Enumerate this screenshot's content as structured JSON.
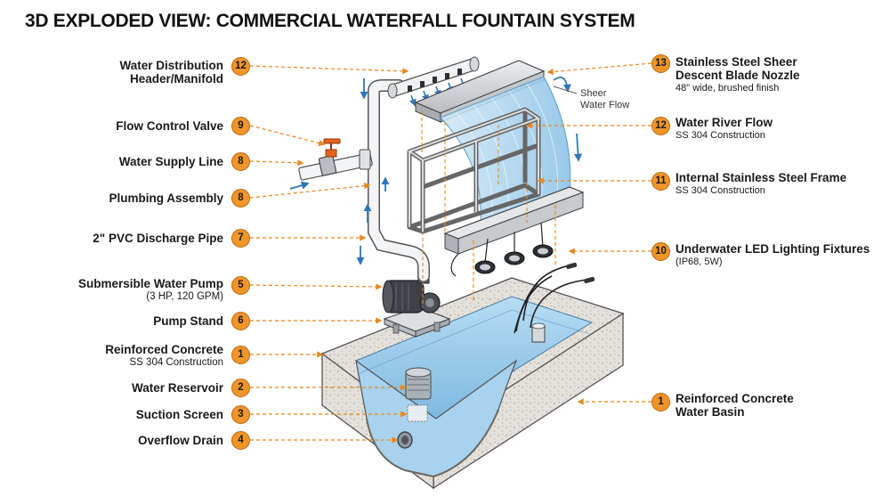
{
  "title": "3D EXPLODED VIEW: COMMERCIAL WATERFALL FOUNTAIN SYSTEM",
  "flow_note": {
    "line1": "Sheer",
    "line2": "Water Flow"
  },
  "colors": {
    "accent": "#f0952a",
    "leader": "#e8871e",
    "water": "#9ccbe9",
    "steel": "#d3d6d9",
    "concrete": "#e6e3dd"
  },
  "left_labels": [
    {
      "num": "12",
      "name": "Water Distribution",
      "name2": "Header/Manifold",
      "sub": ""
    },
    {
      "num": "9",
      "name": "Flow Control Valve",
      "name2": "",
      "sub": ""
    },
    {
      "num": "8",
      "name": "Water Supply Line",
      "name2": "",
      "sub": ""
    },
    {
      "num": "8",
      "name": "Plumbing Assembly",
      "name2": "",
      "sub": ""
    },
    {
      "num": "7",
      "name": "2\" PVC Discharge Pipe",
      "name2": "",
      "sub": ""
    },
    {
      "num": "5",
      "name": "Submersible Water Pump",
      "name2": "",
      "sub": "(3 HP, 120 GPM)"
    },
    {
      "num": "6",
      "name": "Pump Stand",
      "name2": "",
      "sub": ""
    },
    {
      "num": "1",
      "name": "Reinforced Concrete",
      "name2": "",
      "sub": "SS 304 Construction"
    },
    {
      "num": "2",
      "name": "Water Reservoir",
      "name2": "",
      "sub": ""
    },
    {
      "num": "3",
      "name": "Suction Screen",
      "name2": "",
      "sub": ""
    },
    {
      "num": "4",
      "name": "Overflow Drain",
      "name2": "",
      "sub": ""
    }
  ],
  "right_labels": [
    {
      "num": "13",
      "name": "Stainless Steel Sheer",
      "name2": "Descent Blade Nozzle",
      "sub": "48\" wide, brushed finish"
    },
    {
      "num": "12",
      "name": "Water River Flow",
      "name2": "",
      "sub": "SS 304 Construction"
    },
    {
      "num": "11",
      "name": "Internal Stainless Steel Frame",
      "name2": "",
      "sub": "SS 304 Construction"
    },
    {
      "num": "10",
      "name": "Underwater LED Lighting Fixtures",
      "name2": "",
      "sub": "(IP68, 5W)"
    },
    {
      "num": "1",
      "name": "Reinforced Concrete",
      "name2": "Water Basin",
      "sub": ""
    }
  ]
}
